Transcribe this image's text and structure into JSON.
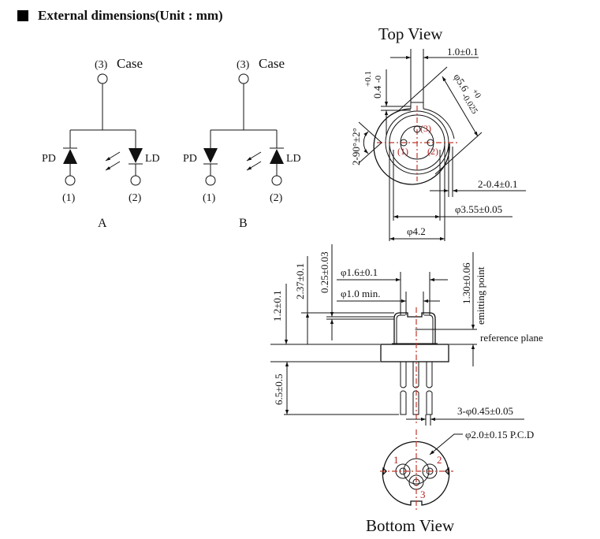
{
  "section": {
    "marker_icon": "black-square-icon",
    "title": "External dimensions(Unit : mm)"
  },
  "circuits": [
    {
      "variant_label": "A",
      "case_pin": "(3)",
      "case_label": "Case",
      "left_diode": "PD",
      "right_diode": "LD",
      "left_pin": "(1)",
      "right_pin": "(2)",
      "pd_direction": "up",
      "ld_direction": "down"
    },
    {
      "variant_label": "B",
      "case_pin": "(3)",
      "case_label": "Case",
      "left_diode": "PD",
      "right_diode": "LD",
      "left_pin": "(1)",
      "right_pin": "(2)",
      "pd_direction": "down",
      "ld_direction": "up"
    }
  ],
  "top_view": {
    "title": "Top View",
    "dim_notch_width": "1.0±0.1",
    "dim_notch_depth_base": "0.4",
    "dim_notch_depth_tol_plus": "+0.1",
    "dim_notch_depth_tol_minus": "-0",
    "dim_angle": "2-90°±2°",
    "dim_diameter_base": "φ5.6",
    "dim_diameter_tol_plus": "+0",
    "dim_diameter_tol_minus": "-0.025",
    "dim_slot": "2-0.4±0.1",
    "dim_cap": "φ3.55±0.05",
    "dim_flange": "φ4.2",
    "pin_labels": [
      "(1)",
      "(2)",
      "(3)"
    ]
  },
  "side_view": {
    "dim_window_outer": "φ1.6±0.1",
    "dim_window_inner": "φ1.0 min.",
    "dim_glass": "0.25±0.03",
    "dim_cap_height": "2.37±0.1",
    "dim_flange_thickness": "1.2±0.1",
    "dim_lead_length": "6.5±0.5",
    "dim_lead_diameter": "3-φ0.45±0.05",
    "dim_emitting": "1.30±0.06",
    "label_emitting": "emitting point",
    "label_reference": "reference plane"
  },
  "bottom_view": {
    "title": "Bottom View",
    "dim_pcd": "φ2.0±0.15 P.C.D",
    "pin_labels": [
      "1",
      "2",
      "3"
    ]
  },
  "colors": {
    "line": "#111111",
    "centerline": "#c0392b",
    "pin_label": "#b22222"
  }
}
